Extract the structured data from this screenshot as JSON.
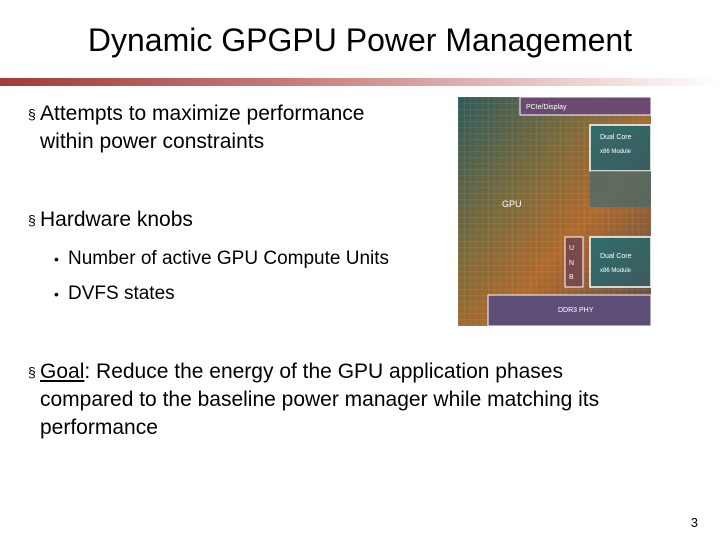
{
  "slide": {
    "title": "Dynamic GPGPU Power Management",
    "number": "3"
  },
  "bullets": [
    {
      "line1": "Attempts to maximize performance",
      "line2": "within power constraints"
    },
    {
      "line1": "Hardware knobs",
      "subs": [
        "Number of active GPU Compute Units",
        "DVFS states"
      ]
    },
    {
      "label": "Goal",
      "line1": ":  Reduce the energy of the GPU application phases",
      "line2": "compared to the baseline power manager while matching its",
      "line3": "performance"
    }
  ],
  "die_labels": {
    "pcie": "PCIe/Display",
    "core1": "Dual Core",
    "core1_sub": "x86 Module",
    "gpu": "GPU",
    "core2": "Dual Core",
    "core2_sub": "x86 Module",
    "unb_u": "U",
    "unb_n": "N",
    "unb_b": "B",
    "ddr": "DDR3 PHY"
  },
  "bullet_marker": "§",
  "sub_marker": "•"
}
